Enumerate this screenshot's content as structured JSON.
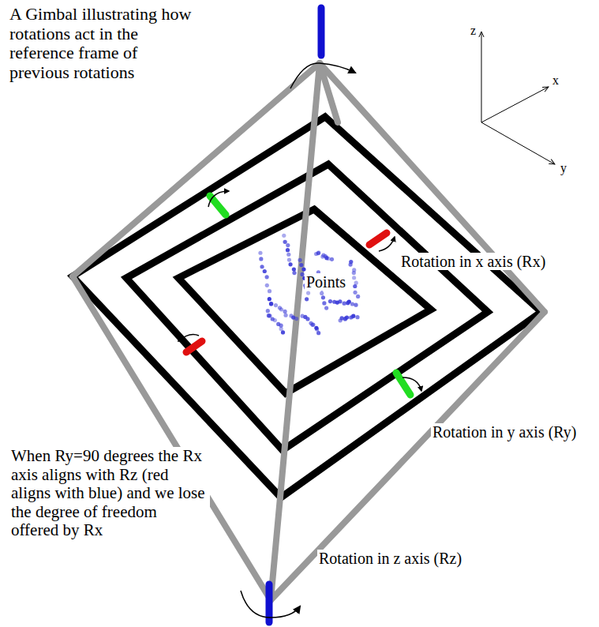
{
  "diagram": {
    "labels": [
      "A Gimbal illustrating how rotations act in the reference frame of previous rotations",
      "z",
      "x",
      "y",
      "Points",
      "Rotation in x axis (Rx)",
      "Rotation in y axis (Ry)",
      "When Ry=90 degrees the Rx axis aligns with Rz (red aligns with blue) and we lose the degree of freedom offered by Rx",
      "Rotation in z axis (Rz)"
    ]
  }
}
